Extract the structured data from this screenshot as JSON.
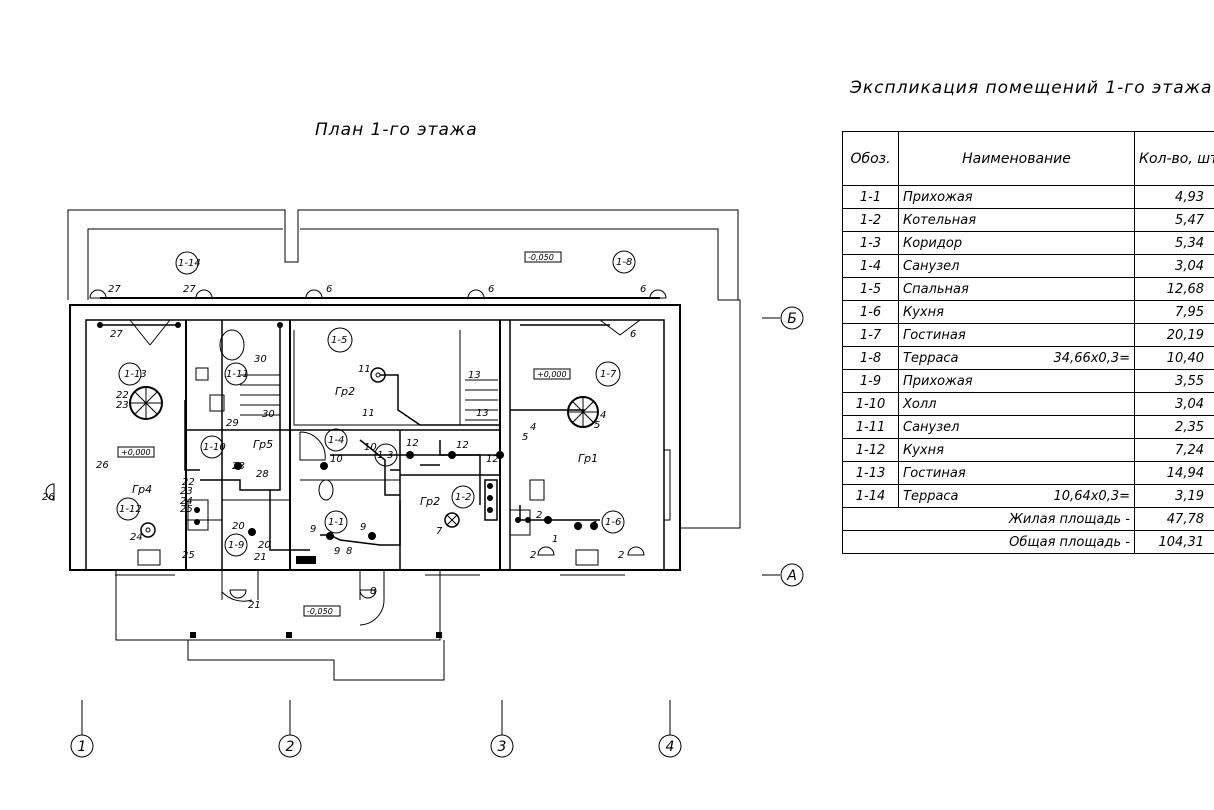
{
  "plan_title": "План 1-го этажа",
  "table_title": "Экспликация помещений 1-го этажа",
  "table": {
    "headers": {
      "code": "Обоз.",
      "name": "Наименование",
      "qty": "Кол-во, шт"
    },
    "rows": [
      {
        "code": "1-1",
        "name": "Прихожая",
        "formula": "",
        "value": "4,93"
      },
      {
        "code": "1-2",
        "name": "Котельная",
        "formula": "",
        "value": "5,47"
      },
      {
        "code": "1-3",
        "name": "Коридор",
        "formula": "",
        "value": "5,34"
      },
      {
        "code": "1-4",
        "name": "Санузел",
        "formula": "",
        "value": "3,04"
      },
      {
        "code": "1-5",
        "name": "Спальная",
        "formula": "",
        "value": "12,68"
      },
      {
        "code": "1-6",
        "name": "Кухня",
        "formula": "",
        "value": "7,95"
      },
      {
        "code": "1-7",
        "name": "Гостиная",
        "formula": "",
        "value": "20,19"
      },
      {
        "code": "1-8",
        "name": "Терраса",
        "formula": "34,66x0,3=",
        "value": "10,40"
      },
      {
        "code": "1-9",
        "name": "Прихожая",
        "formula": "",
        "value": "3,55"
      },
      {
        "code": "1-10",
        "name": "Холл",
        "formula": "",
        "value": "3,04"
      },
      {
        "code": "1-11",
        "name": "Санузел",
        "formula": "",
        "value": "2,35"
      },
      {
        "code": "1-12",
        "name": "Кухня",
        "formula": "",
        "value": "7,24"
      },
      {
        "code": "1-13",
        "name": "Гостиная",
        "formula": "",
        "value": "14,94"
      },
      {
        "code": "1-14",
        "name": "Терраса",
        "formula": "10,64x0,3=",
        "value": "3,19"
      }
    ],
    "summary": [
      {
        "label": "Жилая площадь -",
        "value": "47,78"
      },
      {
        "label": "Общая площадь -",
        "value": "104,31"
      }
    ]
  },
  "axes": {
    "h1": "1",
    "h2": "2",
    "h3": "3",
    "h4": "4",
    "vB": "Б",
    "vA": "А"
  },
  "levels": {
    "terrace_back": "-0,050",
    "terrace_front": "-0,050",
    "left": "+0,000",
    "right": "+0,000"
  },
  "rooms": {
    "r1_1": "1-1",
    "r1_2": "1-2",
    "r1_3": "1-3",
    "r1_4": "1-4",
    "r1_5": "1-5",
    "r1_6": "1-6",
    "r1_7": "1-7",
    "r1_8": "1-8",
    "r1_9": "1-9",
    "r1_10": "1-10",
    "r1_11": "1-11",
    "r1_12": "1-12",
    "r1_13": "1-13",
    "r1_14": "1-14"
  },
  "groups": {
    "g1": "Гр1",
    "g2a": "Гр2",
    "g2b": "Гр2",
    "g4": "Гр4",
    "g5": "Гр5"
  },
  "numbers": {
    "n27a": "27",
    "n27b": "27",
    "n27c": "27",
    "n6a": "6",
    "n6b": "6",
    "n6c": "6",
    "n6d": "6",
    "n30a": "30",
    "n30b": "30",
    "n29": "29",
    "n22a": "22",
    "n23a": "23",
    "n22b": "22",
    "n23b": "23",
    "n24a": "24",
    "n24b": "24",
    "n25a": "25",
    "n25b": "25",
    "n26a": "26",
    "n26b": "26",
    "n28a": "28",
    "n28b": "28",
    "n20a": "20",
    "n20b": "20",
    "n21a": "21",
    "n21b": "21",
    "n11a": "11",
    "n11b": "11",
    "n13a": "13",
    "n13b": "13",
    "n10a": "10",
    "n10b": "10",
    "n12a": "12",
    "n12b": "12",
    "n12c": "12",
    "n9a": "9",
    "n9b": "9",
    "n9c": "9",
    "n8a": "8",
    "n8b": "8",
    "n7": "7",
    "n4a": "4",
    "n4b": "4",
    "n5a": "5",
    "n5b": "5",
    "n1a": "1",
    "n1b": "1",
    "n2a": "2",
    "n2b": "2",
    "n2c": "2"
  },
  "colors": {
    "line": "#000000",
    "background": "#ffffff"
  }
}
